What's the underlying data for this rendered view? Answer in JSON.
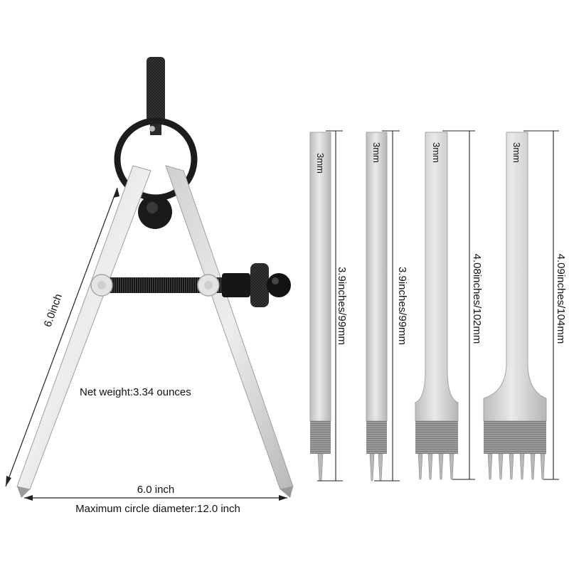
{
  "compass": {
    "leg_length_label": "6.0inch",
    "net_weight_label": "Net weight:3.34 ounces",
    "span_label": "6.0 inch",
    "max_diameter_label": "Maximum circle diameter:12.0 inch"
  },
  "chisels": [
    {
      "size_mark": "3mm",
      "prongs": 1,
      "length_label": "3.9inches/99mm"
    },
    {
      "size_mark": "3mm",
      "prongs": 2,
      "length_label": "3.9inches/99mm"
    },
    {
      "size_mark": "3mm",
      "prongs": 4,
      "length_label": "4.08inches/102mm"
    },
    {
      "size_mark": "3mm",
      "prongs": 6,
      "length_label": "4.09inches/104mm"
    }
  ],
  "colors": {
    "steel": "#d4d4d4",
    "steel_dark": "#9a9a9a",
    "black_part": "#1b1b1b",
    "dimension_line": "#222222"
  }
}
